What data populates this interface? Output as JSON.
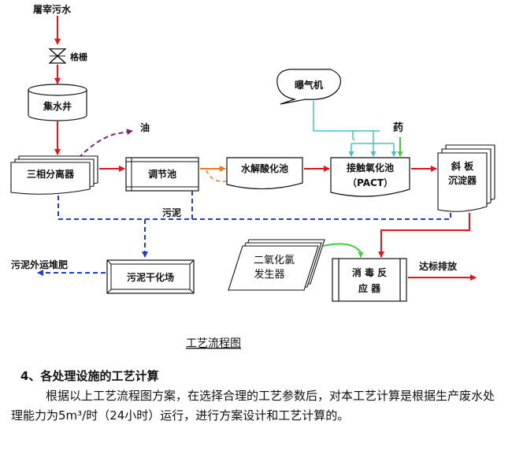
{
  "nodes": {
    "input": "屠宰污水",
    "screen": "格栅",
    "collection_well": "集水井",
    "oil": "油",
    "separator": "三相分离器",
    "regulating_tank": "调节池",
    "hydrolysis_tank": "水解酸化池",
    "contact_tank_line1": "接触氧化池",
    "contact_tank_line2": "（PACT）",
    "aerator": "曝气机",
    "chemical": "药",
    "inclined_settler_line1": "斜 板",
    "inclined_settler_line2": "沉淀器",
    "sludge": "污泥",
    "sludge_out": "污泥外运堆肥",
    "drying_bed": "污泥干化场",
    "chlorine_gen_line1": "二氧化氯",
    "chlorine_gen_line2": "发生器",
    "disinfection_line1": "消 毒 反",
    "disinfection_line2": "应 器",
    "discharge": "达标排放"
  },
  "caption": "工艺流程图",
  "section": {
    "heading": "4、各处理设施的工艺计算",
    "paragraph": "根据以上工艺流程图方案，在选择合理的工艺参数后，对本工艺计算是根据生产废水处理能力为5m³/时（24小时）运行，进行方案设计和工艺计算的。"
  },
  "colors": {
    "water_flow": "#e8141c",
    "sludge_flow": "#1f3fd1",
    "oil_flow": "#7b2a6f",
    "air_flow": "#45c2c9",
    "chemical_flow": "#3fcf3a",
    "orange_flow": "#f07a1a"
  }
}
